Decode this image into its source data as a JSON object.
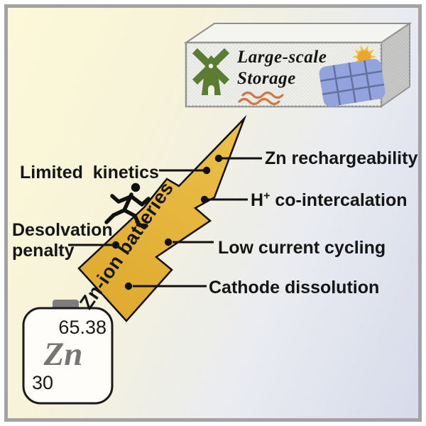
{
  "colors": {
    "background_start": "#fcf8d8",
    "background_end": "#d7dbea",
    "frame": "#a3a3a3",
    "bolt_light": "#ecc14b",
    "bolt_dark": "#dfaa2f",
    "outline": "#111111",
    "windmill_green": "#5a7c33",
    "panel_blue": "#93a3dd",
    "panel_grid": "#64719e",
    "sun_core": "#e9a72e",
    "sun_rays": "#f3c435",
    "wave_orange": "#cc7a45",
    "tile_gray": "#757575",
    "cap_gray": "#7d7d7d"
  },
  "storage": {
    "line1": "Large-scale",
    "line2": "Storage"
  },
  "bolt": {
    "label": "Zn-ion batteries"
  },
  "callouts": {
    "limited_kinetics": "Limited  kinetics",
    "desolvation_line1": "Desolvation",
    "desolvation_line2": "penalty",
    "zn_rechargeability": "Zn rechargeability",
    "h_prefix": "H",
    "h_sup": "+",
    "h_rest": " co-intercalation",
    "low_current_cycling": "Low current cycling",
    "cathode_dissolution": "Cathode dissolution"
  },
  "element_tile": {
    "atomic_mass": "65.38",
    "symbol": "Zn",
    "atomic_number": "30"
  }
}
